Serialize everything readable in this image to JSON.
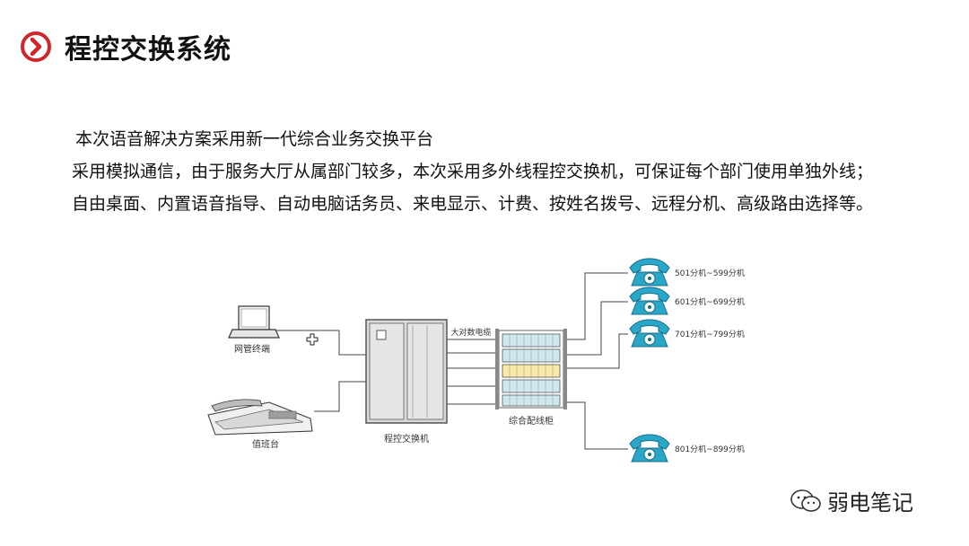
{
  "header": {
    "title": "程控交换系统",
    "accent_color": "#d0262b",
    "icon": "chevron-right-circle-icon"
  },
  "description": {
    "line1": "本次语音解决方案采用新一代综合业务交换平台",
    "line2": "采用模拟通信，由于服务大厅从属部门较多，本次采用多外线程控交换机，可保证每个部门使用单独外线；",
    "line3": "自由桌面、内置语音指导、自动电脑话务员、来电显示、计费、按姓名拨号、远程分机、高级路由选择等。"
  },
  "diagram": {
    "terminal_label": "网管终端",
    "console_label": "值班台",
    "pbx_label": "程控交换机",
    "cable_label": "大对数电缆",
    "cabinet_label": "综合配线柜",
    "extensions": [
      "501分机~599分机",
      "601分机~699分机",
      "701分机~799分机",
      "801分机~899分机"
    ],
    "phone_color": "#2aa6c8"
  },
  "watermark": {
    "text": "弱电笔记",
    "icon": "wechat-icon"
  }
}
